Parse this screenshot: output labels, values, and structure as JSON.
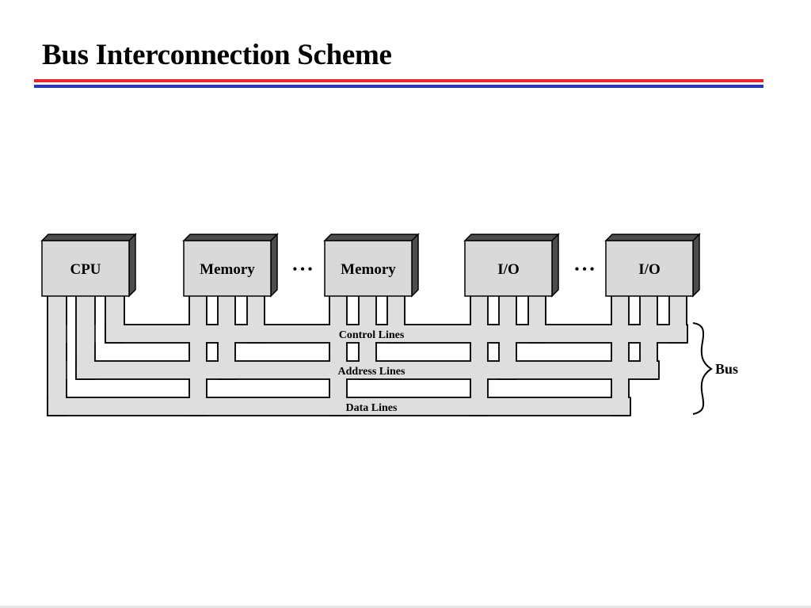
{
  "slide": {
    "title": "Bus Interconnection Scheme"
  },
  "diagram": {
    "modules": [
      {
        "id": "cpu",
        "label": "CPU"
      },
      {
        "id": "memory-1",
        "label": "Memory"
      },
      {
        "id": "memory-2",
        "label": "Memory"
      },
      {
        "id": "io-1",
        "label": "I/O"
      },
      {
        "id": "io-2",
        "label": "I/O"
      }
    ],
    "ellipsis": "• • •",
    "lines": {
      "control": "Control Lines",
      "address": "Address Lines",
      "data": "Data Lines"
    },
    "bus_label": "Bus"
  },
  "colors": {
    "title_rule_red": "#e8262b",
    "title_rule_blue": "#2334c8",
    "module_fill": "#d9d9d9",
    "module_shadow": "#4d4d4d",
    "bus_fill": "#dedede"
  }
}
